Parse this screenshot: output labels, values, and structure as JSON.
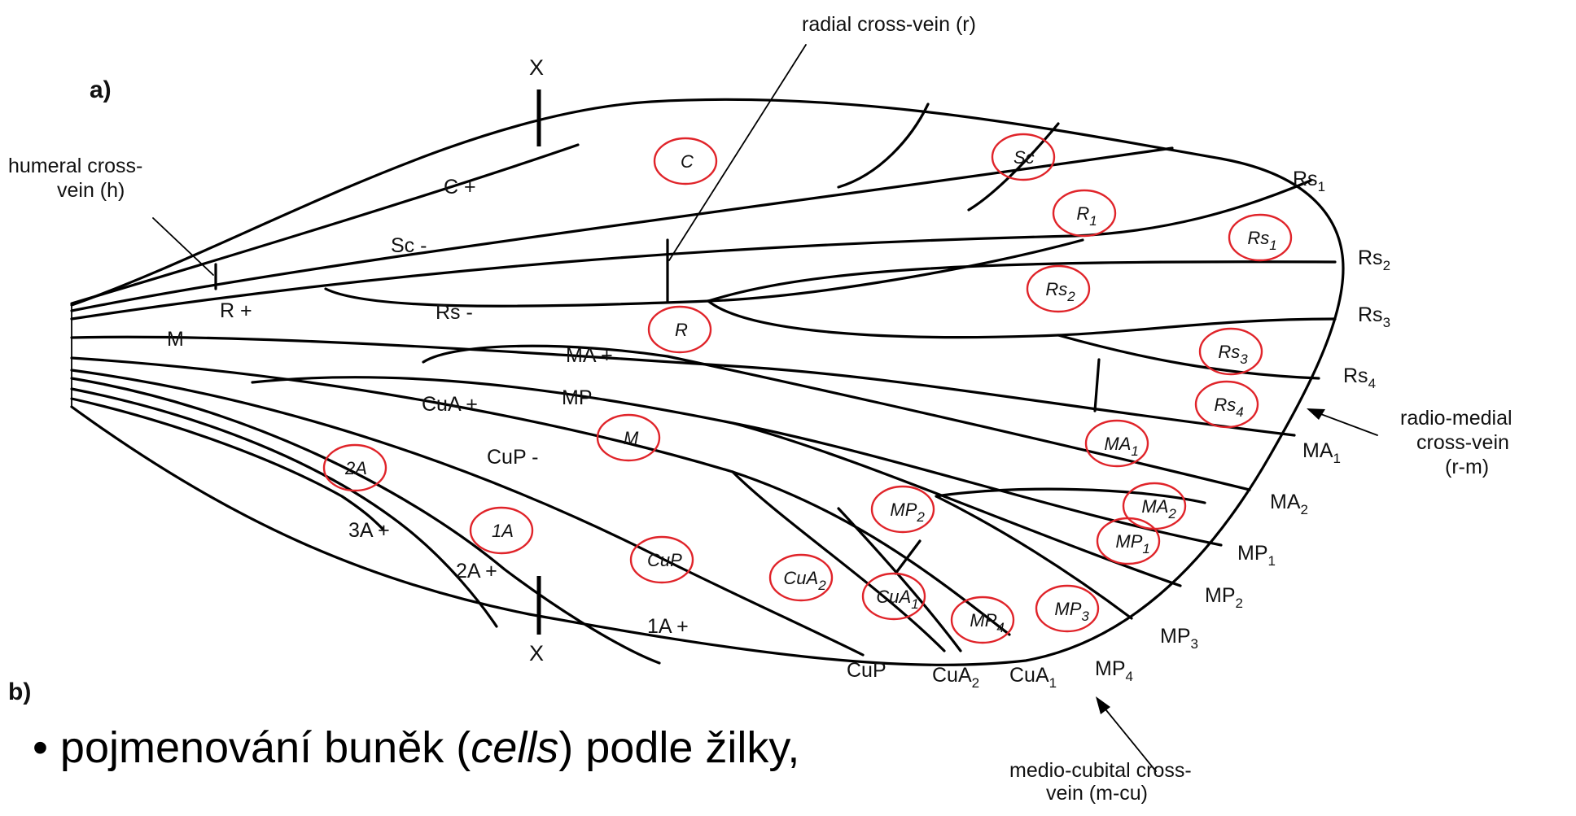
{
  "panels": {
    "a": "a)",
    "b": "b)"
  },
  "section_marker": "X",
  "callouts": {
    "radial": "radial cross-vein (r)",
    "humeral_1": "humeral cross-",
    "humeral_2": "vein (h)",
    "radio_medial_1": "radio-medial",
    "radio_medial_2": "cross-vein",
    "radio_medial_3": "(r-m)",
    "medio_cubital_1": "medio-cubital cross-",
    "medio_cubital_2": "vein (m-cu)"
  },
  "vein_labels": {
    "c": "C +",
    "sc": "Sc -",
    "r": "R +",
    "rs": "Rs -",
    "m": "M",
    "ma": "MA +",
    "mp": "MP -",
    "cua": "CuA +",
    "cup": "CuP -",
    "a3": "3A +",
    "a2": "2A +",
    "a1": "1A +"
  },
  "margin_labels": [
    {
      "base": "Rs",
      "sub": "1"
    },
    {
      "base": "Rs",
      "sub": "2"
    },
    {
      "base": "Rs",
      "sub": "3"
    },
    {
      "base": "Rs",
      "sub": "4"
    },
    {
      "base": "MA",
      "sub": "1"
    },
    {
      "base": "MA",
      "sub": "2"
    },
    {
      "base": "MP",
      "sub": "1"
    },
    {
      "base": "MP",
      "sub": "2"
    },
    {
      "base": "MP",
      "sub": "3"
    },
    {
      "base": "MP",
      "sub": "4"
    },
    {
      "base": "CuA",
      "sub": "1"
    },
    {
      "base": "CuA",
      "sub": "2"
    },
    {
      "base": "CuP",
      "sub": ""
    }
  ],
  "cells": [
    {
      "base": "C",
      "sub": ""
    },
    {
      "base": "Sc",
      "sub": ""
    },
    {
      "base": "R",
      "sub": "1"
    },
    {
      "base": "Rs",
      "sub": "1"
    },
    {
      "base": "Rs",
      "sub": "2"
    },
    {
      "base": "R",
      "sub": ""
    },
    {
      "base": "Rs",
      "sub": "3"
    },
    {
      "base": "Rs",
      "sub": "4"
    },
    {
      "base": "MA",
      "sub": "1"
    },
    {
      "base": "MA",
      "sub": "2"
    },
    {
      "base": "M",
      "sub": ""
    },
    {
      "base": "MP",
      "sub": "2"
    },
    {
      "base": "MP",
      "sub": "1"
    },
    {
      "base": "2A",
      "sub": ""
    },
    {
      "base": "1A",
      "sub": ""
    },
    {
      "base": "CuP",
      "sub": ""
    },
    {
      "base": "CuA",
      "sub": "2"
    },
    {
      "base": "CuA",
      "sub": "1"
    },
    {
      "base": "MP",
      "sub": "4"
    },
    {
      "base": "MP",
      "sub": "3"
    }
  ],
  "bullet": {
    "prefix": "• pojmenování buněk (",
    "emph": "cells",
    "suffix": ") podle žilky,"
  }
}
